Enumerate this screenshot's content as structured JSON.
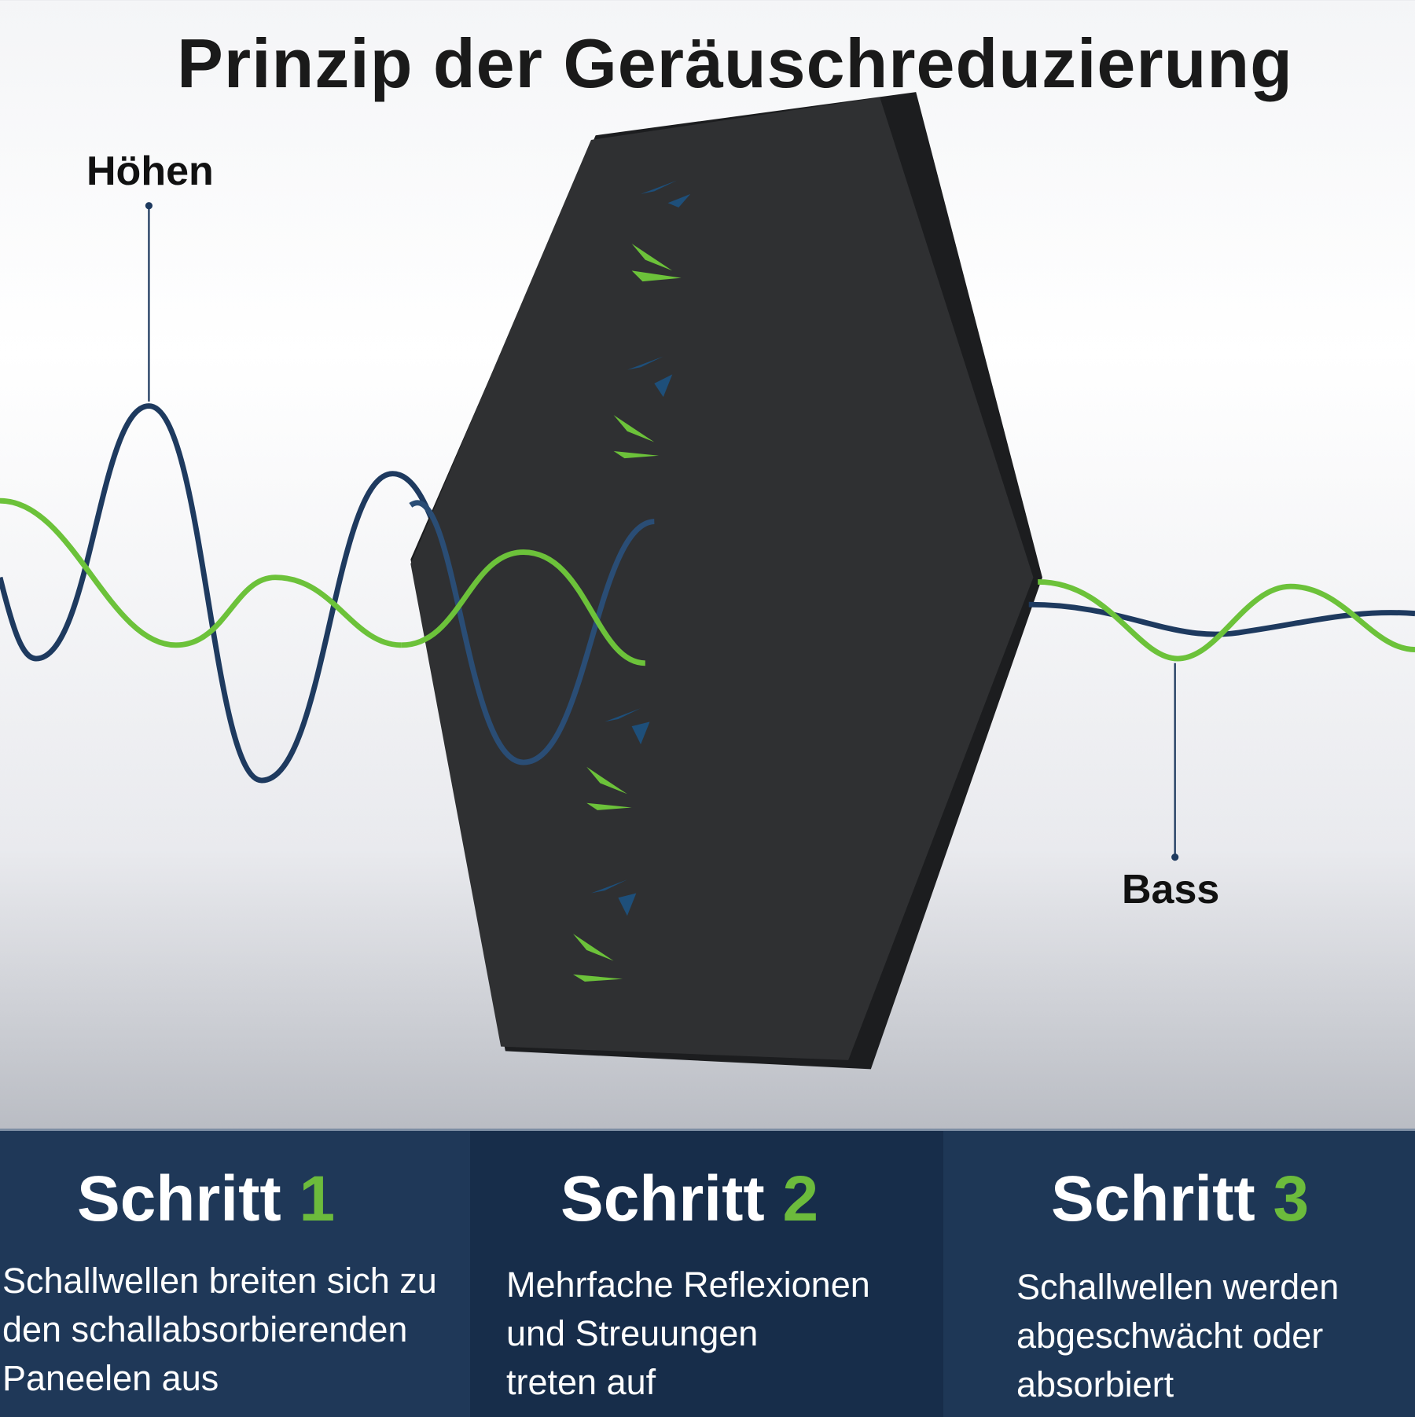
{
  "title": "Prinzip der Geräuschreduzierung",
  "labels": {
    "high": "Höhen",
    "bass": "Bass"
  },
  "steps": [
    {
      "word": "Schritt",
      "num": "1",
      "lines": [
        "Schallwellen breiten sich zu",
        "den schallabsorbierenden",
        "Paneelen aus"
      ]
    },
    {
      "word": "Schritt",
      "num": "2",
      "lines": [
        "Mehrfache Reflexionen",
        "und Streuungen",
        "treten auf"
      ]
    },
    {
      "word": "Schritt",
      "num": "3",
      "lines": [
        "Schallwellen werden",
        "abgeschwächt oder",
        "absorbiert"
      ]
    }
  ],
  "colors": {
    "blue_wave": "#1e3a5f",
    "green_wave": "#6cc23a",
    "panel": "#2b2c2e",
    "step_bg": "#1f3858"
  }
}
